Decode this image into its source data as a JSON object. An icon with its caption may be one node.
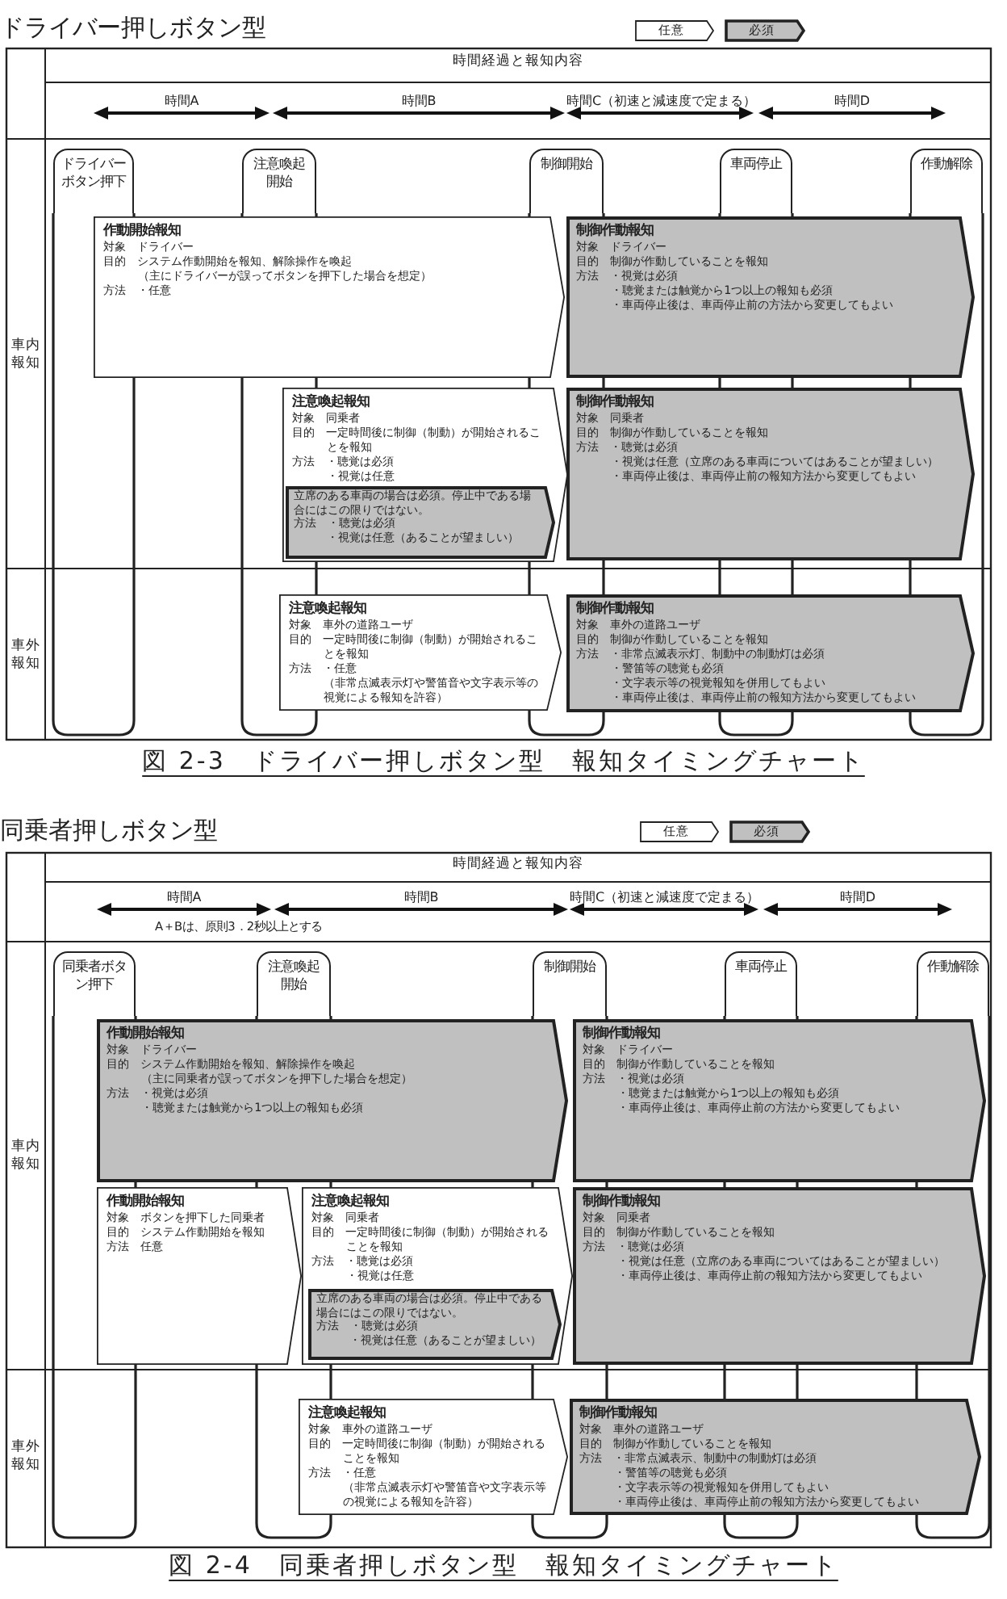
{
  "diagram": {
    "nodes": [
      {
        "text": [
          "ドライバーボタン押下"
        ]
      },
      {
        "text": [
          "注意喚起開始"
        ]
      },
      {
        "text": [
          "制御開始"
        ]
      },
      {
        "text": [
          "車両停止"
        ]
      },
      {
        "text": [
          "作動解除"
        ]
      },
      {
        "text": [
          "作動開始報知",
          "対象　ドライバー",
          "目的　システム作動開始を報知、解除操作を喚起",
          "（主にドライバーが誤ってボタンを押下した場合を想定）",
          "方法　・任意"
        ]
      },
      {
        "text": [
          "制御作動報知",
          "対象　ドライバー",
          "目的　制御が作動していることを報知",
          "方法　・視覚は必須",
          "・聴覚または触覚から1つ以上の報知も必須",
          "・車両停止後は、車両停止前の方法から変更してもよい"
        ]
      },
      {
        "text": [
          "注意喚起報知",
          "対象　同乗者",
          "目的　一定時間後に制御（制動）が開始されることを報知",
          "方法　・聴覚は必須",
          "・視覚は任意"
        ]
      },
      {
        "text": [
          "立席のある車両の場合は必須。停止中である場合にはこの限りではない。",
          "方法　・聴覚は必須",
          "・視覚は任意（あることが望ましい）"
        ],
        "in": 7
      },
      {
        "text": [
          "制御作動報知",
          "対象　同乗者",
          "目的　制御が作動していることを報知",
          "方法　・聴覚は必須",
          "・視覚は任意（立席のある車両についてはあることが望ましい）",
          "・車両停止後は、車両停止前の報知方法から変更してもよい"
        ]
      },
      {
        "text": [
          "注意喚起報知",
          "対象　車外の道路ユーザ",
          "目的　一定時間後に制御（制動）が開始されることを報知",
          "方法　・任意",
          "（非常点滅表示灯や警笛音や文字表示等の視覚による報知を許容）"
        ]
      },
      {
        "text": [
          "制御作動報知",
          "対象　車外の道路ユーザ",
          "目的　制御が作動していることを報知",
          "方法　・非常点滅表示灯、制動中の制動灯は必須",
          "・警笛等の聴覚も必須",
          "・文字表示等の視覚報知を併用してもよい",
          "・車両停止後は、車両停止前の報知方法から変更してもよい"
        ]
      },
      {
        "text": [
          "同乗者ボタン押下"
        ]
      },
      {
        "text": [
          "注意喚起開始"
        ]
      },
      {
        "text": [
          "制御開始"
        ]
      },
      {
        "text": [
          "車両停止"
        ]
      },
      {
        "text": [
          "作動解除"
        ]
      },
      {
        "text": [
          "作動開始報知",
          "対象　ドライバー",
          "目的　システム作動開始を報知、解除操作を喚起",
          "（主に同乗者が誤ってボタンを押下した場合を想定）",
          "方法　・視覚は必須",
          "・聴覚または触覚から1つ以上の報知も必須"
        ]
      },
      {
        "text": [
          "制御作動報知",
          "対象　ドライバー",
          "目的　制御が作動していることを報知",
          "方法　・視覚は必須",
          "・聴覚または触覚から1つ以上の報知も必須",
          "・車両停止後は、車両停止前の方法から変更してもよい"
        ]
      },
      {
        "text": [
          "作動開始報知",
          "対象　ボタンを押下した同乗者",
          "目的　システム作動開始を報知",
          "方法　任意"
        ]
      },
      {
        "text": [
          "注意喚起報知",
          "対象　同乗者",
          "目的　一定時間後に制御（制動）が開始されることを報知",
          "方法　・聴覚は必須",
          "・視覚は任意"
        ]
      },
      {
        "text": [
          "立席のある車両の場合は必須。停止中である場合にはこの限りではない。",
          "方法　・聴覚は必須",
          "・視覚は任意（あることが望ましい）"
        ],
        "in": 20
      },
      {
        "text": [
          "制御作動報知",
          "対象　同乗者",
          "目的　制御が作動していることを報知",
          "方法　・聴覚は必須",
          "・視覚は任意（立席のある車両についてはあることが望ましい）",
          "・車両停止後は、車両停止前の報知方法から変更してもよい"
        ]
      },
      {
        "text": [
          "注意喚起報知",
          "対象　車外の道路ユーザ",
          "目的　一定時間後に制御（制動）が開始されることを報知",
          "方法　・任意",
          "（非常点滅表示灯や警笛音や文字表示等の視覚による報知を許容）"
        ]
      },
      {
        "text": [
          "制御作動報知",
          "対象　車外の道路ユーザ",
          "目的　制御が作動していることを報知",
          "方法　・非常点滅表示、制動中の制動灯は必須",
          "・警笛等の聴覚も必須",
          "・文字表示等の視覚報知を併用してもよい",
          "・車両停止後は、車両停止前の報知方法から変更してもよい"
        ]
      }
    ],
    "labels": [
      "ドライバー押しボタン型",
      "時間経過と報知内容",
      "時間A",
      "時間B",
      "時間C（初速と減速度で定まる）",
      "時間D",
      "車内報知",
      "車外報知",
      "図 2-3　ドライバー押しボタン型　報知タイミングチャート",
      "同乗者押しボタン型",
      "時間経過と報知内容",
      "時間A",
      "時間B",
      "時間C（初速と減速度で定まる）",
      "時間D",
      "A＋Bは、原則3．2秒以上とする",
      "車内報知",
      "車外報知",
      "図 2-4　同乗者押しボタン型　報知タイミングチャート"
    ],
    "legend": [
      {
        "text": "任意",
        "color": "#ffffff"
      },
      {
        "text": "必須",
        "color": "#c0c0c0"
      },
      {
        "text": "任意",
        "color": "#ffffff"
      },
      {
        "text": "必須",
        "color": "#c0c0c0"
      }
    ]
  }
}
